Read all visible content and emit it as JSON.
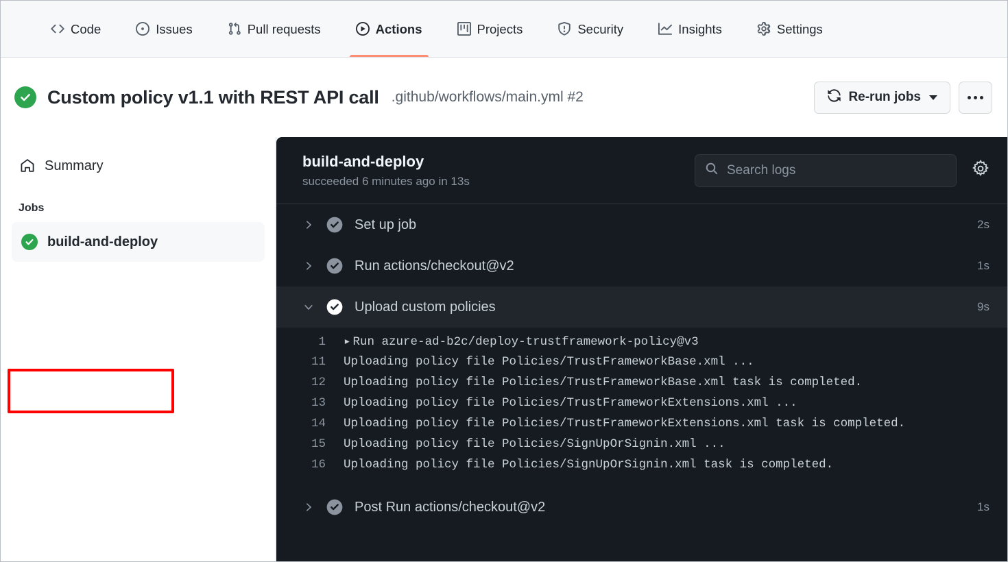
{
  "nav": {
    "items": [
      {
        "label": "Code",
        "icon": "code-icon",
        "selected": false
      },
      {
        "label": "Issues",
        "icon": "issue-opened-icon",
        "selected": false
      },
      {
        "label": "Pull requests",
        "icon": "git-pull-request-icon",
        "selected": false
      },
      {
        "label": "Actions",
        "icon": "play-circle-icon",
        "selected": true
      },
      {
        "label": "Projects",
        "icon": "project-board-icon",
        "selected": false
      },
      {
        "label": "Security",
        "icon": "shield-icon",
        "selected": false
      },
      {
        "label": "Insights",
        "icon": "graph-icon",
        "selected": false
      },
      {
        "label": "Settings",
        "icon": "gear-icon",
        "selected": false
      }
    ]
  },
  "header": {
    "status_icon": "check-circle-icon",
    "status_color": "#2da44e",
    "title": "Custom policy v1.1 with REST API call",
    "subtitle": ".github/workflows/main.yml #2",
    "rerun_label": "Re-run jobs",
    "rerun_icon": "sync-icon",
    "more_icon": "kebab-horizontal-icon"
  },
  "sidebar": {
    "summary_label": "Summary",
    "summary_icon": "home-icon",
    "jobs_heading": "Jobs",
    "jobs": [
      {
        "label": "build-and-deploy",
        "status_icon": "check-circle-fill-icon",
        "status_color": "#2da44e",
        "highlighted": true
      }
    ]
  },
  "log": {
    "job_title": "build-and-deploy",
    "job_status": "succeeded 6 minutes ago in 13s",
    "search": {
      "placeholder": "Search logs",
      "value": "",
      "icon": "search-icon"
    },
    "settings_icon": "gear-icon",
    "steps": [
      {
        "name": "Set up job",
        "duration": "2s",
        "expanded": false,
        "chevron": "chevron-right-icon",
        "check": "check-circle-icon"
      },
      {
        "name": "Run actions/checkout@v2",
        "duration": "1s",
        "expanded": false,
        "chevron": "chevron-right-icon",
        "check": "check-circle-icon"
      },
      {
        "name": "Upload custom policies",
        "duration": "9s",
        "expanded": true,
        "chevron": "chevron-down-icon",
        "check": "check-circle-icon"
      }
    ],
    "lines": [
      {
        "num": "1",
        "arrow": "▸",
        "text": "Run azure-ad-b2c/deploy-trustframework-policy@v3"
      },
      {
        "num": "11",
        "arrow": "",
        "text": "Uploading policy file Policies/TrustFrameworkBase.xml ..."
      },
      {
        "num": "12",
        "arrow": "",
        "text": "Uploading policy file Policies/TrustFrameworkBase.xml task is completed."
      },
      {
        "num": "13",
        "arrow": "",
        "text": "Uploading policy file Policies/TrustFrameworkExtensions.xml ..."
      },
      {
        "num": "14",
        "arrow": "",
        "text": "Uploading policy file Policies/TrustFrameworkExtensions.xml task is completed."
      },
      {
        "num": "15",
        "arrow": "",
        "text": "Uploading policy file Policies/SignUpOrSignin.xml ..."
      },
      {
        "num": "16",
        "arrow": "",
        "text": "Uploading policy file Policies/SignUpOrSignin.xml task is completed."
      }
    ],
    "trailing_steps": [
      {
        "name": "Post Run actions/checkout@v2",
        "duration": "1s",
        "expanded": false,
        "chevron": "chevron-right-icon",
        "check": "check-circle-icon"
      }
    ]
  },
  "annotation": {
    "type": "red-rectangle-highlight",
    "color": "#ff0000",
    "target": "build-and-deploy"
  }
}
